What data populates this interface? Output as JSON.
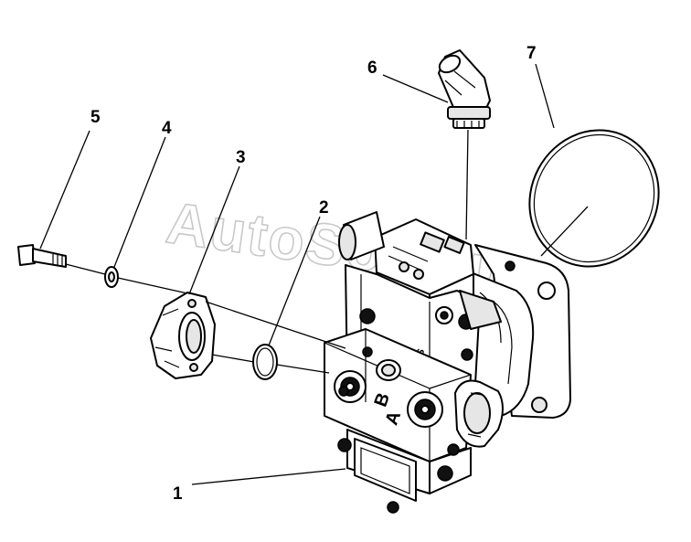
{
  "watermark": "AutoSoft.ru",
  "callouts": [
    {
      "id": "1",
      "label": "1"
    },
    {
      "id": "2",
      "label": "2"
    },
    {
      "id": "3",
      "label": "3"
    },
    {
      "id": "4",
      "label": "4"
    },
    {
      "id": "5",
      "label": "5"
    },
    {
      "id": "6",
      "label": "6"
    },
    {
      "id": "7",
      "label": "7"
    }
  ],
  "port_marks": {
    "a": "A",
    "b": "B",
    "ms": "MS"
  }
}
